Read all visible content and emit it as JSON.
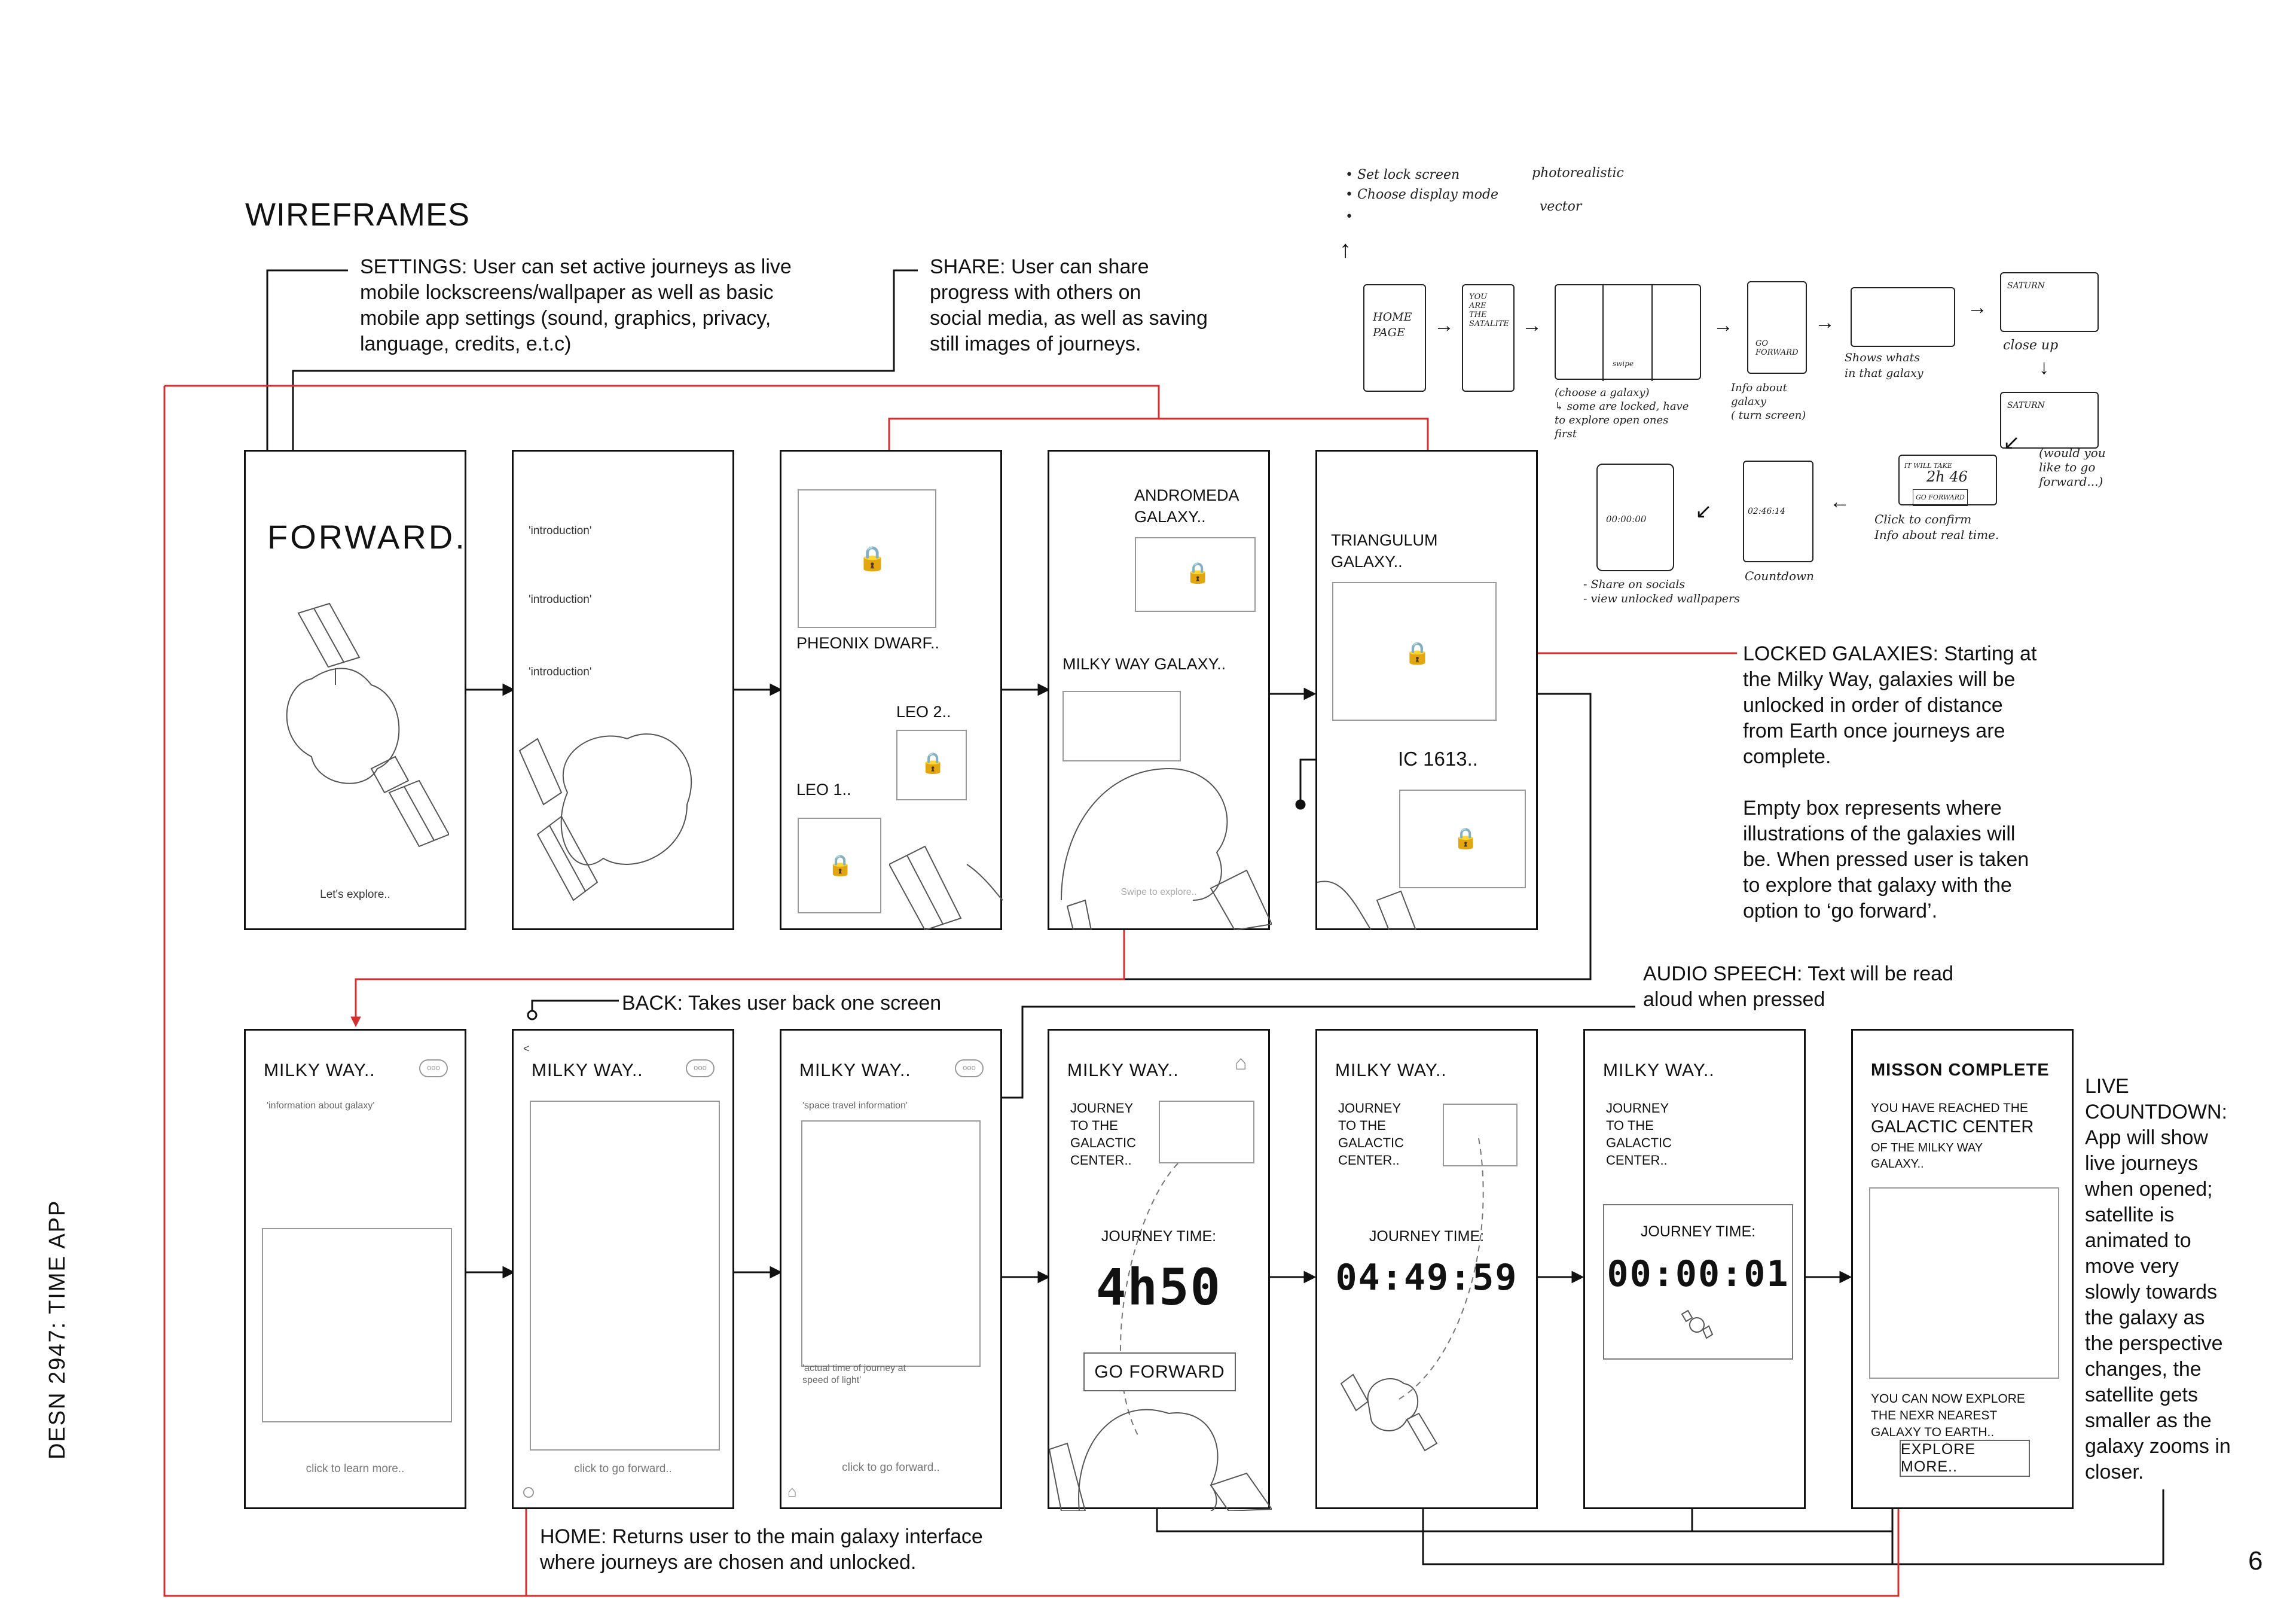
{
  "page": {
    "title": "WIREFRAMES",
    "side_label": "DESN 2947: TIME APP",
    "page_number": "6"
  },
  "colors": {
    "accent_red": "#d32f2f",
    "ink": "#111111"
  },
  "notes": {
    "settings": "SETTINGS: User can set active journeys as live\nmobile lockscreens/wallpaper as well as basic\nmobile app settings (sound, graphics, privacy,\nlanguage, credits, e.t.c)",
    "share": "SHARE: User can share\nprogress with others on\nsocial media, as well as saving\nstill images of journeys.",
    "locked": "LOCKED GALAXIES: Starting at\nthe Milky Way, galaxies will be\nunlocked in order of distance\nfrom Earth once journeys are\ncomplete.\n\nEmpty box represents where\nillustrations of the galaxies will\nbe. When pressed user is taken\nto explore that galaxy with the\noption to ‘go forward’.",
    "back": "BACK: Takes user back one screen",
    "audio": "AUDIO SPEECH: Text will be read\naloud when pressed",
    "home": "HOME: Returns user to the main galaxy interface\nwhere journeys are chosen and unlocked.",
    "countdown": "LIVE\nCOUNTDOWN:\nApp will show\nlive journeys\nwhen opened;\nsatellite is\nanimated to\nmove very\nslowly towards\nthe galaxy as\nthe perspective\nchanges, the\nsatellite gets\nsmaller as the\ngalaxy zooms in\ncloser."
  },
  "row1": {
    "s1": {
      "logo": "FORWARD.",
      "footer": "Let's explore.."
    },
    "s2": {
      "intro1": "'introduction'",
      "intro2": "'introduction'",
      "intro3": "'introduction'"
    },
    "s3": {
      "g1": "PHEONIX DWARF..",
      "g2": "LEO 2..",
      "g3": "LEO 1.."
    },
    "s4": {
      "g1": "ANDROMEDA\nGALAXY..",
      "g2": "MILKY WAY GALAXY..",
      "footer": "Swipe to explore.."
    },
    "s5": {
      "g1": "TRIANGULUM\nGALAXY..",
      "g2": "IC 1613.."
    }
  },
  "row2": {
    "s1": {
      "title": "MILKY WAY..",
      "info": "'information about galaxy'",
      "footer": "click to learn more.."
    },
    "s2": {
      "title": "MILKY WAY..",
      "footer": "click to go forward.."
    },
    "s3": {
      "title": "MILKY WAY..",
      "info": "'space travel information'",
      "info2": "'actual time of journey at\nspeed of light'",
      "footer": "click to go forward.."
    },
    "s4": {
      "title": "MILKY WAY..",
      "journey": "JOURNEY\nTO THE\nGALACTIC\nCENTER..",
      "label": "JOURNEY TIME:",
      "time": "4h50",
      "button": "GO FORWARD"
    },
    "s5": {
      "title": "MILKY WAY..",
      "journey": "JOURNEY\nTO THE\nGALACTIC\nCENTER..",
      "label": "JOURNEY TIME:",
      "time": "04:49:59"
    },
    "s6": {
      "title": "MILKY WAY..",
      "journey": "JOURNEY\nTO THE\nGALACTIC\nCENTER..",
      "label": "JOURNEY TIME:",
      "time": "00:00:01"
    },
    "s7": {
      "title": "MISSON COMPLETE",
      "line1": "YOU HAVE REACHED THE",
      "line2": "GALACTIC CENTER",
      "line3": "OF THE MILKY WAY\nGALAXY..",
      "line4": "YOU CAN NOW EXPLORE\nTHE NEXR NEAREST\nGALAXY TO EARTH..",
      "button": "EXPLORE MORE.."
    }
  },
  "sketch": {
    "top1": "• Set lock screen",
    "top2": "• Choose display mode",
    "opt1": "photorealistic",
    "opt2": "vector",
    "home": "HOME\nPAGE",
    "satellite": "YOU\nARE\nTHE\nSATALITE",
    "choose": "(choose a galaxy)\n↳ some are locked, have\nto explore open ones\nfirst",
    "swipe": "swipe",
    "info": "Info about\ngalaxy\n( turn screen)",
    "goforward": "GO\nFORWARD",
    "shows": "Shows whats\nin that galaxy",
    "saturn1": "SATURN",
    "closeup": "close up",
    "saturn2": "SATURN",
    "would": "(would you\nlike to go\nforward...)",
    "willtake": "IT WILL TAKE",
    "time": "2h 46",
    "gofwd": "GO FORWARD",
    "confirm": "Click to confirm\nInfo about real time.",
    "countdown_time": "02:46:14",
    "countdown": "Countdown",
    "done_time": "00:00:00",
    "social": "- Share on socials\n- view unlocked wallpapers"
  }
}
